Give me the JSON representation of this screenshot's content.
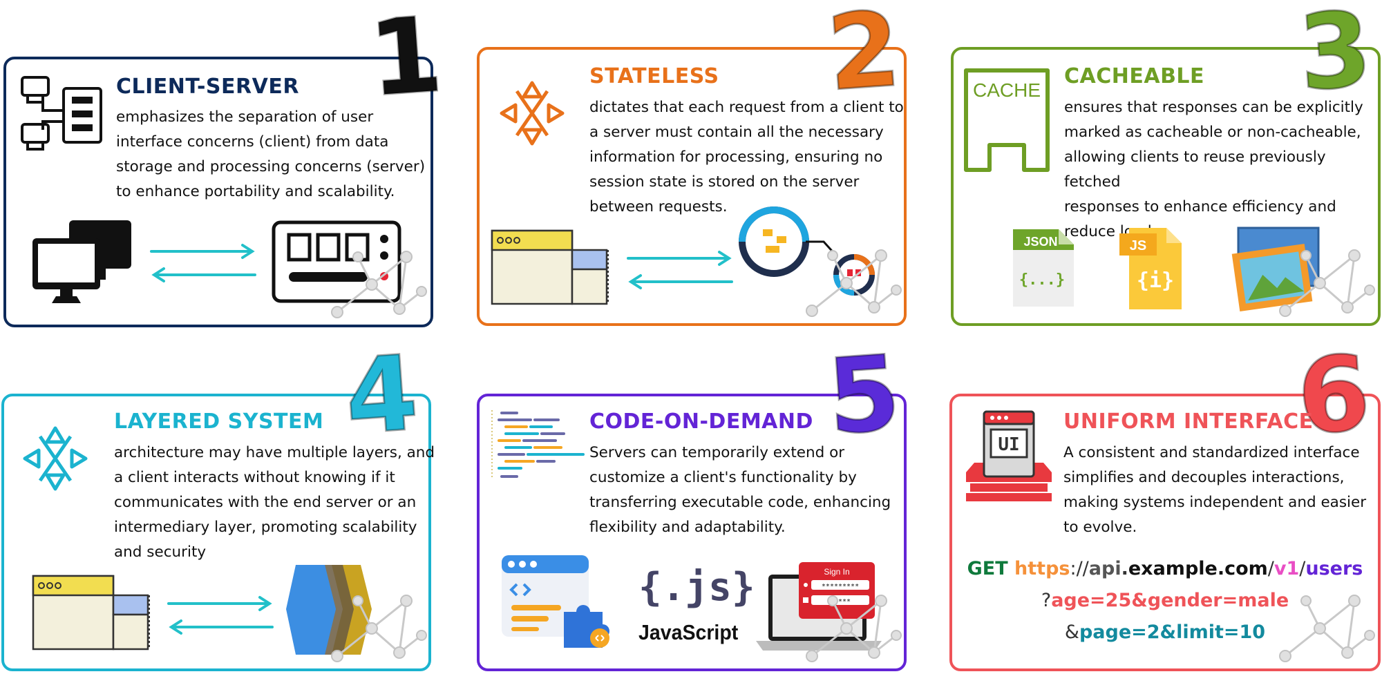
{
  "colors": {
    "navy": "#0d2a5a",
    "orange": "#e8711a",
    "green": "#6e9e24",
    "cyan": "#1bb3cf",
    "purple": "#6324d6",
    "red": "#ef5358",
    "arrow": "#22c0c9"
  },
  "cards": [
    {
      "number": "1",
      "title": "CLIENT-SERVER",
      "description": "emphasizes the separation of user\ninterface concerns (client) from data\nstorage and processing concerns (server)\nto enhance portability and scalability.",
      "icon": "client-server-icon"
    },
    {
      "number": "2",
      "title": "STATELESS",
      "description": "dictates that each request from a client to\na server must contain all the necessary\ninformation for processing, ensuring no\nsession state is stored on the server\nbetween requests.",
      "icon": "stateless-icon"
    },
    {
      "number": "3",
      "title": "CACHEABLE",
      "description": "ensures that responses can be explicitly\nmarked as cacheable or non-cacheable,\nallowing clients to reuse previously fetched\nresponses to enhance efficiency and\nreduce load.",
      "icon": "cache-icon",
      "cache_label": "CACHE",
      "json_label": "JSON",
      "json_body": "{...}",
      "js_label": "JS",
      "js_body": "{i}"
    },
    {
      "number": "4",
      "title": "LAYERED SYSTEM",
      "description": "architecture may have multiple layers, and\na client interacts without knowing if it\ncommunicates with the end server or an\nintermediary layer, promoting scalability\nand security",
      "icon": "layered-icon"
    },
    {
      "number": "5",
      "title": "CODE-ON-DEMAND",
      "description": "Servers can temporarily extend or\ncustomize a client's functionality by\ntransferring executable code, enhancing\nflexibility and adaptability.",
      "icon": "code-icon",
      "js_logo": "{.js}",
      "js_text": "JavaScript",
      "signin_label": "Sign In",
      "signin_pw1": "*********",
      "signin_pw2": "*****"
    },
    {
      "number": "6",
      "title": "UNIFORM INTERFACE",
      "description": "A consistent and standardized interface\nsimplifies and decouples interactions,\nmaking systems independent and easier\nto evolve.",
      "icon": "ui-stack-icon",
      "ui_label": "UI"
    }
  ],
  "url_example": {
    "method": "GET",
    "scheme": "https",
    "sep1": "://",
    "sub": "api",
    "dot": ".",
    "domain": "example.com",
    "slash1": "/",
    "version": "v1",
    "slash2": "/",
    "resource": "users",
    "q": "?",
    "params1": "age=25&gender=male",
    "amp": "&",
    "params2": "page=2&limit=10"
  }
}
